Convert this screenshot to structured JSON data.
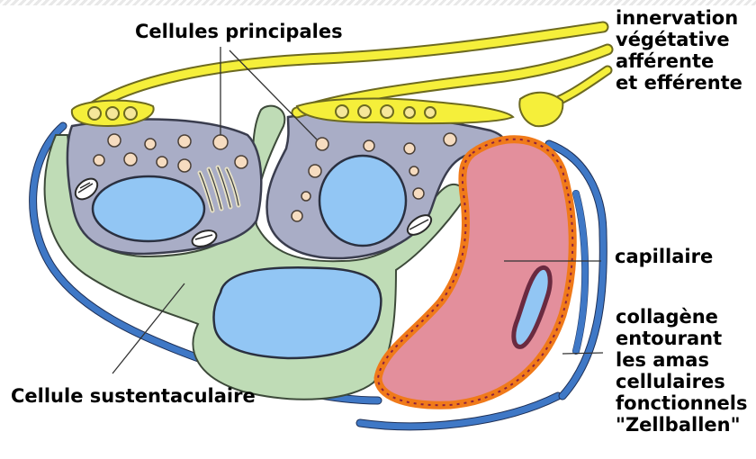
{
  "labels": {
    "cellules_principales": "Cellules principales",
    "innervation": [
      "innervation",
      "végétative",
      "afférente",
      "et efférente"
    ],
    "capillaire": "capillaire",
    "collagene": [
      "collagène",
      "entourant",
      "les amas",
      "cellulaires",
      "fonctionnels",
      "\"Zellballen\""
    ],
    "cellule_sustentaculaire": "Cellule sustentaculaire"
  },
  "colors": {
    "nerve": "#f5ef3a",
    "nerve_outline": "#8a8a2a",
    "cytoplasm": "#a9adc6",
    "nucleus": "#92c6f4",
    "sustentacular": "#bfdcb6",
    "capillary": "#e38f9c",
    "capillary_wall": "#f07a1a",
    "collagen": "#3f78c6",
    "granule": "#f6dcc0"
  }
}
